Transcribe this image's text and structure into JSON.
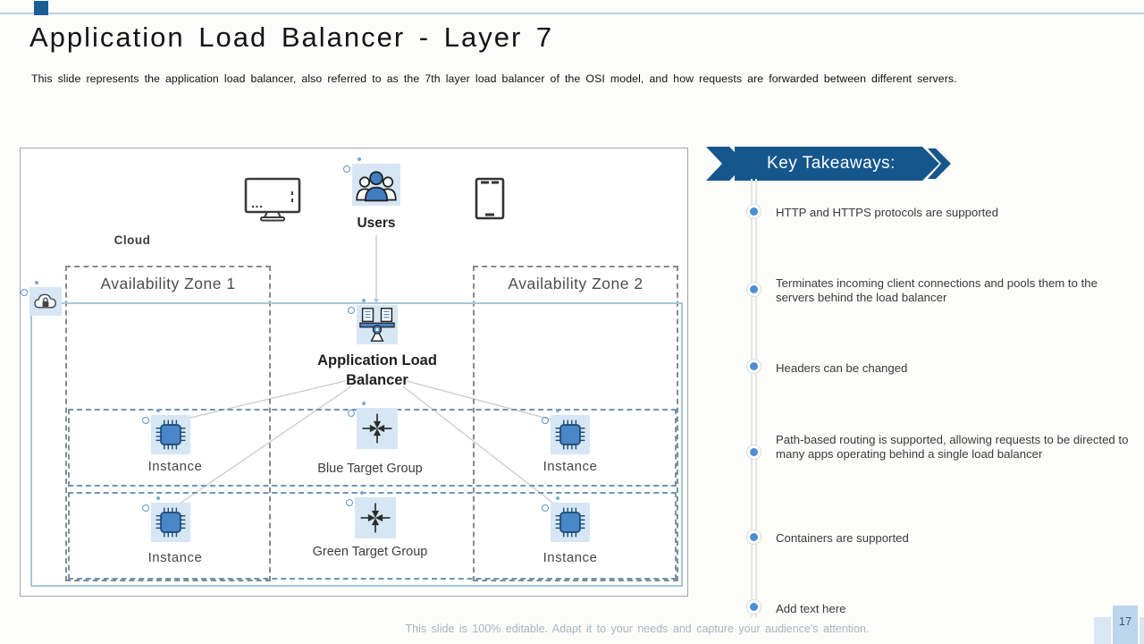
{
  "slide": {
    "title": "Application Load Balancer - Layer 7",
    "subtitle": "This slide represents the application load balancer, also referred to as the 7th layer load balancer of the OSI model, and how requests are forwarded between different servers.",
    "footer": "This slide is 100% editable. Adapt it to your needs and capture your audience's attention.",
    "page_number": "17"
  },
  "diagram": {
    "cloud_label": "Cloud",
    "users_label": "Users",
    "zone1_label": "Availability Zone 1",
    "zone2_label": "Availability Zone 2",
    "alb_label": "Application Load Balancer",
    "blue_target_group_label": "Blue Target Group",
    "green_target_group_label": "Green Target Group",
    "instance_labels": [
      "Instance",
      "Instance",
      "Instance",
      "Instance"
    ],
    "icons": {
      "monitor-icon": "desktop computer outline",
      "users-icon": "group of three people",
      "tablet-icon": "tablet device outline",
      "cloud-lock-icon": "cloud with padlock",
      "load-balancer-icon": "documents on balance stand with gear",
      "chip-icon": "processor chip",
      "converge-arrows-icon": "four arrows converging to center"
    }
  },
  "takeaways": {
    "heading": "Key Takeaways:",
    "items": [
      {
        "text": "HTTP and HTTPS protocols are supported"
      },
      {
        "text": "Terminates incoming client connections and pools them to the servers behind the load balancer"
      },
      {
        "text": "Headers can be changed"
      },
      {
        "text": "Path-based routing is supported, allowing requests to be directed to many apps operating behind a single load balancer"
      },
      {
        "text": "Containers are supported"
      },
      {
        "text": "Add text here"
      }
    ]
  },
  "colors": {
    "banner_blue": "#15568d",
    "accent_square_blue": "#1b5e96",
    "top_line_blue": "#b9cfe2",
    "icon_bg_blue": "#d6e6f4",
    "chip_blue": "#4a86c8",
    "bullet_blue": "#4a8fd4",
    "dash_gray": "#8a8a8a",
    "dash_blue": "#6f94b5",
    "cloud_region_border": "#a5c8d6"
  }
}
